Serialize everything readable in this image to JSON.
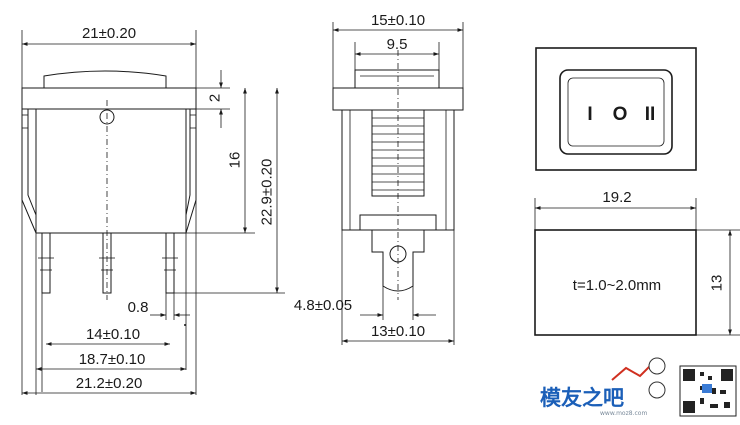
{
  "front_view": {
    "width_top": "21±0.20",
    "rocker_height": "2",
    "body_height": "16",
    "overall_height": "22.9±0.20",
    "pin_width": "0.8",
    "pin_pitch": "14±0.10",
    "pin_span": "18.7±0.10",
    "base_width": "21.2±0.20"
  },
  "side_view": {
    "width_outer": "15±0.10",
    "width_inner": "9.5",
    "terminal_width": "4.8±0.05",
    "base_width": "13±0.10"
  },
  "top_view": {
    "symbols": [
      "I",
      "O",
      "II"
    ]
  },
  "panel_cutout": {
    "width": "19.2",
    "height": "13",
    "thickness": "t=1.0~2.0mm"
  },
  "watermark": {
    "brand": "模友之吧",
    "site": "www.moz8.com",
    "brand_color": "#1b5fb8",
    "accent_color": "#d03020"
  }
}
